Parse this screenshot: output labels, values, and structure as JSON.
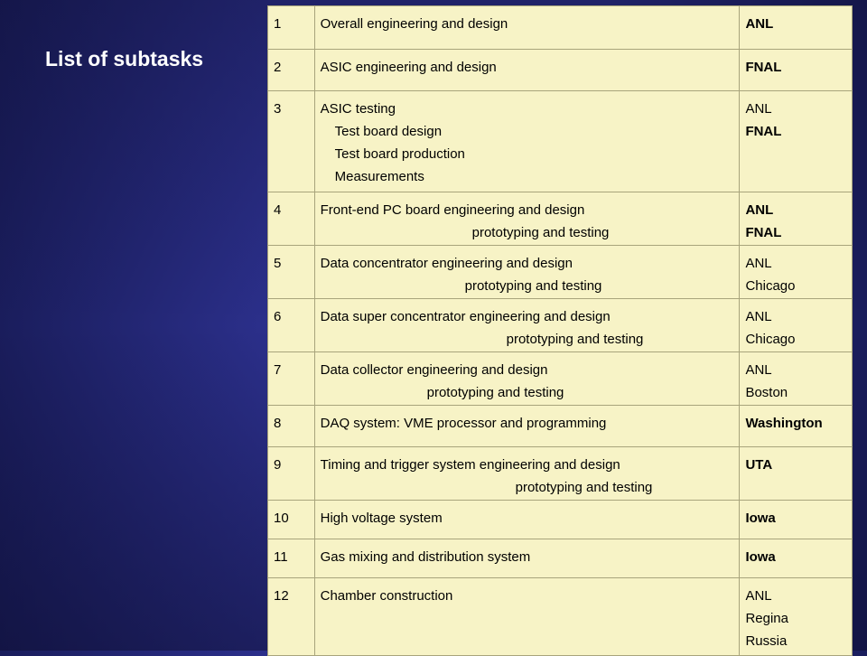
{
  "title": "List of subtasks",
  "rows": [
    {
      "num": "1",
      "task": "Overall engineering and design",
      "orgs": [
        "ANL"
      ],
      "org_bold": true
    },
    {
      "num": "2",
      "task": "ASIC engineering and design",
      "orgs": [
        "FNAL"
      ],
      "org_bold": true
    },
    {
      "num": "3",
      "task": "ASIC testing",
      "subs": [
        "Test board design",
        "Test board production",
        "Measurements"
      ],
      "orgs": [
        "ANL",
        "FNAL"
      ],
      "org_bold": false
    },
    {
      "num": "4",
      "task": "Front-end PC board engineering and design",
      "subs": [
        "prototyping and testing"
      ],
      "orgs": [
        "ANL",
        "FNAL"
      ],
      "org_bold": true
    },
    {
      "num": "5",
      "task": "Data concentrator engineering and design",
      "subs": [
        "prototyping and testing"
      ],
      "orgs": [
        "ANL",
        "Chicago"
      ],
      "org_bold": false
    },
    {
      "num": "6",
      "task": "Data super concentrator engineering and design",
      "subs": [
        "prototyping and testing"
      ],
      "orgs": [
        "ANL",
        "Chicago"
      ],
      "org_bold": false
    },
    {
      "num": "7",
      "task": "Data collector engineering and design",
      "subs": [
        "prototyping and testing"
      ],
      "orgs": [
        "ANL",
        "Boston"
      ],
      "org_bold": false
    },
    {
      "num": "8",
      "task": "DAQ system: VME processor and programming",
      "orgs": [
        "Washington"
      ],
      "org_bold": true
    },
    {
      "num": "9",
      "task": "Timing and trigger system engineering and design",
      "subs": [
        "prototyping and testing"
      ],
      "orgs": [
        "UTA"
      ],
      "org_bold": true
    },
    {
      "num": "10",
      "task": "High voltage system",
      "orgs": [
        "Iowa"
      ],
      "org_bold": true
    },
    {
      "num": "11",
      "task": "Gas mixing and distribution system",
      "orgs": [
        "Iowa"
      ],
      "org_bold": true
    },
    {
      "num": "12",
      "task": "Chamber construction",
      "orgs": [
        "ANL",
        "Regina",
        "Russia"
      ],
      "org_bold": false
    }
  ]
}
